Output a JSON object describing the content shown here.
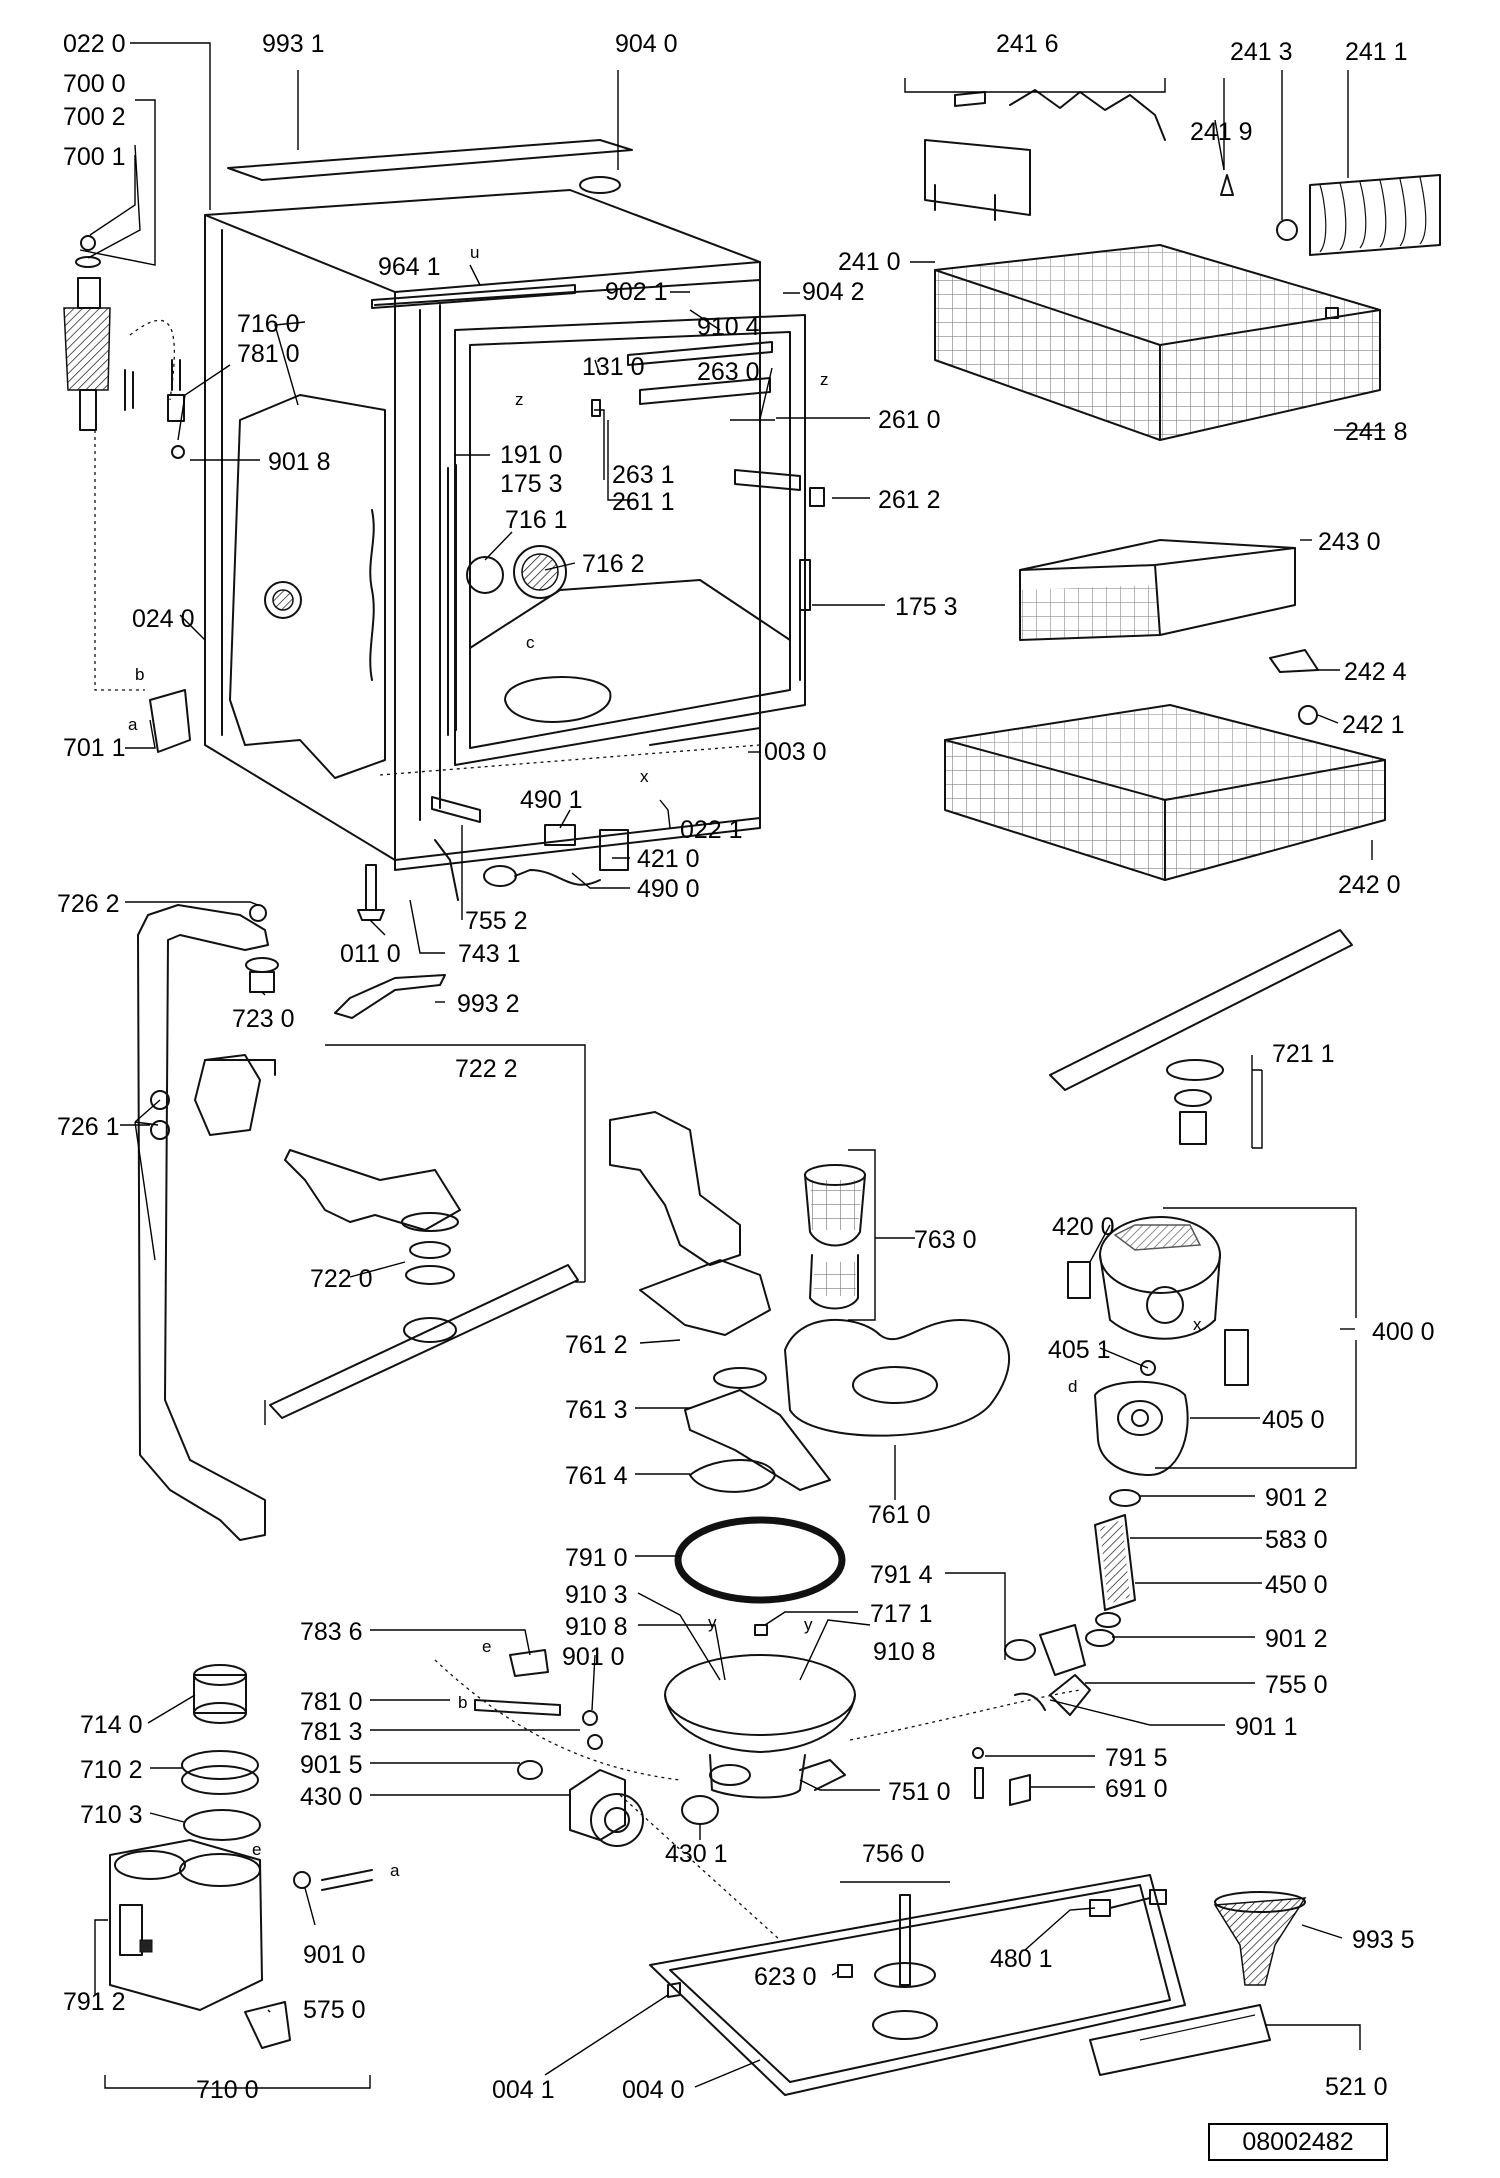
{
  "document_number": "08002482",
  "part_labels": {
    "p0220a": "022 0",
    "p9931": "993 1",
    "p9040": "904 0",
    "p2416": "241 6",
    "p2413": "241 3",
    "p2411": "241 1",
    "p7000": "700 0",
    "p7002": "700 2",
    "p7001": "700 1",
    "p2419": "241 9",
    "p2410": "241 0",
    "p9641": "964 1",
    "p9021": "902 1",
    "p9042": "904 2",
    "p9104": "910 4",
    "p7160": "716 0",
    "p7810a": "781 0",
    "p1310": "131 0",
    "p2630": "263 0",
    "p2610": "261 0",
    "p2418": "241 8",
    "p9018": "901 8",
    "p1910": "191 0",
    "p1753a": "175 3",
    "p2631": "263 1",
    "p2611": "261 1",
    "p2612": "261 2",
    "p7161": "716 1",
    "p2430": "243 0",
    "p7162": "716 2",
    "p1753b": "175 3",
    "p0240": "024 0",
    "p2424": "242 4",
    "p2421": "242 1",
    "p7011": "701 1",
    "p0030": "003 0",
    "p0221": "022 1",
    "p4901": "490 1",
    "p4210": "421 0",
    "p4900": "490 0",
    "p2420": "242 0",
    "p7262": "726 2",
    "p7552": "755 2",
    "p0110": "011 0",
    "p7431": "743 1",
    "p7230": "723 0",
    "p9932": "993 2",
    "p7211": "721 1",
    "p7222": "722 2",
    "p7261": "726 1",
    "p7630": "763 0",
    "p4200": "420 0",
    "p4000": "400 0",
    "p7220": "722 0",
    "p7612": "761 2",
    "p4051": "405 1",
    "p7613": "761 3",
    "p4050": "405 0",
    "p7614": "761 4",
    "p7610": "761 0",
    "p9012a": "901 2",
    "p5830": "583 0",
    "p7910": "791 0",
    "p4500": "450 0",
    "p7914": "791 4",
    "p9103": "910 3",
    "p7171": "717 1",
    "p9108a": "910 8",
    "p9108b": "910 8",
    "p9012b": "901 2",
    "p7836": "783 6",
    "p9010a": "901 0",
    "p7550": "755 0",
    "p7140": "714 0",
    "p7810b": "781 0",
    "p9011": "901 1",
    "p7813": "781 3",
    "p7915": "791 5",
    "p7102": "710 2",
    "p9015": "901 5",
    "p7510": "751 0",
    "p6910": "691 0",
    "p4300": "430 0",
    "p7103": "710 3",
    "p4301": "430 1",
    "p7560": "756 0",
    "p9010b": "901 0",
    "p9935": "993 5",
    "p6230": "623 0",
    "p4801": "480 1",
    "p7912": "791 2",
    "p5750": "575 0",
    "p0041": "004 1",
    "p0040": "004 0",
    "p5210": "521 0",
    "p7100": "710 0"
  },
  "ref_letters": {
    "a1": "a",
    "b1": "b",
    "a2": "a",
    "b2": "b",
    "c": "c",
    "d": "d",
    "e1": "e",
    "e2": "e",
    "x1": "x",
    "x2": "x",
    "z1": "z",
    "z2": "z",
    "y1": "y",
    "y2": "y",
    "u": "u"
  }
}
